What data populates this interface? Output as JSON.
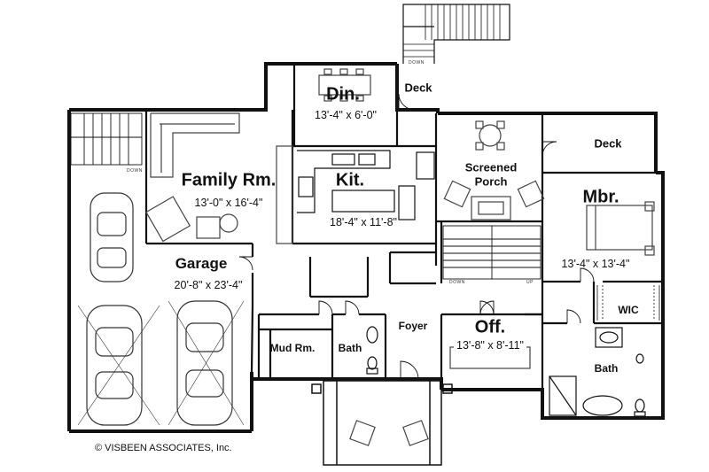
{
  "rooms": {
    "dining": {
      "name": "Din.",
      "dims": "13'-4\" x 6'-0\""
    },
    "deck_top": {
      "name": "Deck"
    },
    "family": {
      "name": "Family  Rm.",
      "dims": "13'-0\" x 16'-4\""
    },
    "kitchen": {
      "name": "Kit.",
      "dims": "18'-4\" x 11'-8\""
    },
    "screened": {
      "line1": "Screened",
      "line2": "Porch"
    },
    "deck_right": {
      "name": "Deck"
    },
    "master": {
      "name": "Mbr.",
      "dims": "13'-4\" x 13'-4\""
    },
    "garage": {
      "name": "Garage",
      "dims": "20'-8\" x 23'-4\""
    },
    "mud": {
      "name": "Mud Rm."
    },
    "bath_half": {
      "name": "Bath"
    },
    "foyer": {
      "name": "Foyer"
    },
    "office": {
      "name": "Off.",
      "dims": "13'-8\" x 8'-11\""
    },
    "wic": {
      "name": "WIC"
    },
    "bath_master": {
      "name": "Bath"
    }
  },
  "stair_labels": {
    "down": "DOWN",
    "up": "UP"
  },
  "copyright": "© VISBEEN ASSOCIATES, Inc.",
  "colors": {
    "line": "#111111",
    "background": "#ffffff",
    "fixture": "#444444"
  }
}
